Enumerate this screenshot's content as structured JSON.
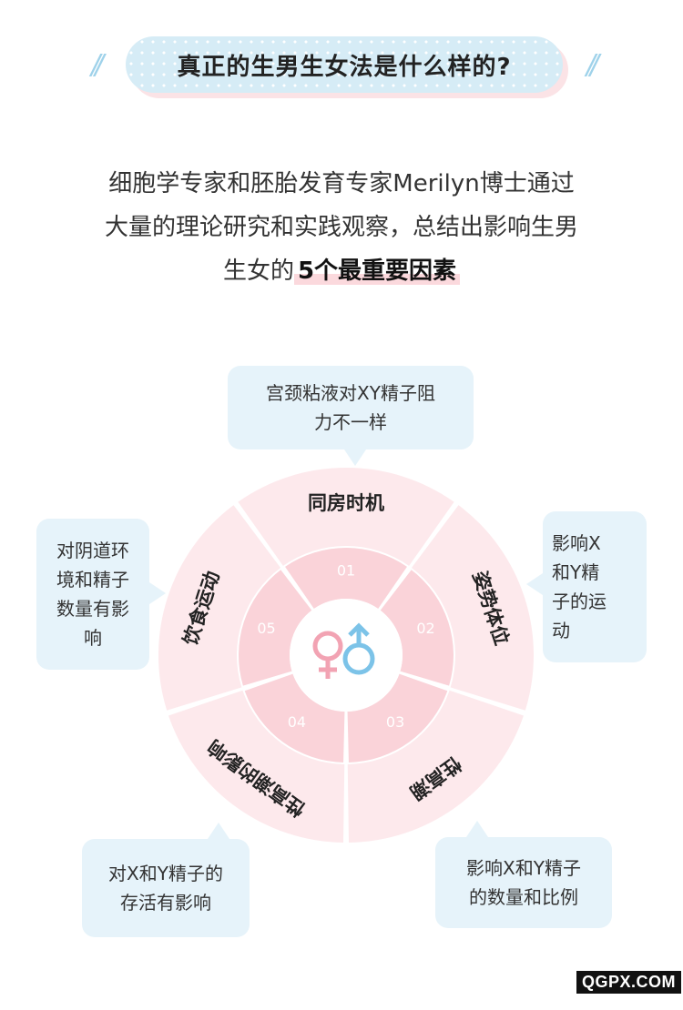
{
  "header": {
    "title": "真正的生男生女法是什么样的?",
    "deco": "//"
  },
  "intro": {
    "line1": "细胞学专家和胚胎发育专家Merilyn博士通过",
    "line2": "大量的理论研究和实践观察，总结出影响生男",
    "line3_prefix": "生女的",
    "line3_emphasis": "5个最重要因素"
  },
  "wheel": {
    "center_icon": "gender-symbols-icon",
    "colors": {
      "outer": "#fde9ec",
      "inner": "#fad3d9",
      "center": "#ffffff",
      "female": "#f2a3b3",
      "male": "#7cc3e8"
    },
    "segments": [
      {
        "number": "01",
        "label": "同房时机"
      },
      {
        "number": "02",
        "label": "姿势体位"
      },
      {
        "number": "03",
        "label": "性高潮"
      },
      {
        "number": "04",
        "label": "性高潮的影响"
      },
      {
        "number": "05",
        "label": "饮食运动"
      }
    ]
  },
  "bubbles": {
    "top": {
      "line1": "宫颈粘液对XY精子阻",
      "line2": "力不一样"
    },
    "left": {
      "line1": "对阴道环",
      "line2": "境和精子",
      "line3": "数量有影",
      "line4": "响"
    },
    "right": {
      "line1": "影响X",
      "line2": "和Y精",
      "line3": "子的运",
      "line4": "动"
    },
    "bottom_left": {
      "line1": "对X和Y精子的",
      "line2": "存活有影响"
    },
    "bottom_right": {
      "line1": "影响X和Y精子",
      "line2": "的数量和比例"
    }
  },
  "watermark": "QGPX.COM"
}
